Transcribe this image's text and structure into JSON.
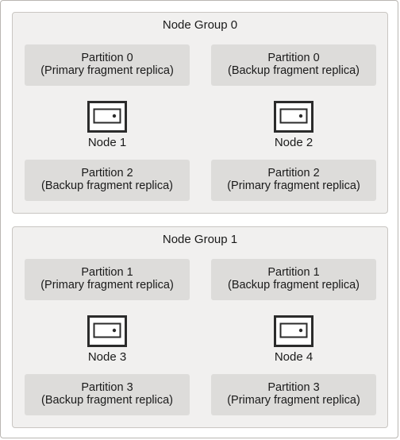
{
  "groups": [
    {
      "title": "Node Group 0",
      "top_left": {
        "name": "Partition 0",
        "role": "(Primary fragment replica)"
      },
      "top_right": {
        "name": "Partition 0",
        "role": "(Backup fragment replica)"
      },
      "node_left": "Node 1",
      "node_right": "Node 2",
      "bottom_left": {
        "name": "Partition 2",
        "role": "(Backup fragment replica)"
      },
      "bottom_right": {
        "name": "Partition 2",
        "role": "(Primary fragment replica)"
      }
    },
    {
      "title": "Node Group 1",
      "top_left": {
        "name": "Partition 1",
        "role": "(Primary fragment replica)"
      },
      "top_right": {
        "name": "Partition 1",
        "role": "(Backup fragment replica)"
      },
      "node_left": "Node 3",
      "node_right": "Node 4",
      "bottom_left": {
        "name": "Partition 3",
        "role": "(Backup fragment replica)"
      },
      "bottom_right": {
        "name": "Partition 3",
        "role": "(Primary fragment replica)"
      }
    }
  ],
  "icons": {
    "node": "server-icon"
  },
  "colors": {
    "group_bg": "#f1f0ef",
    "partition_bg": "#dddcda",
    "icon_stroke": "#2b2b2b"
  }
}
